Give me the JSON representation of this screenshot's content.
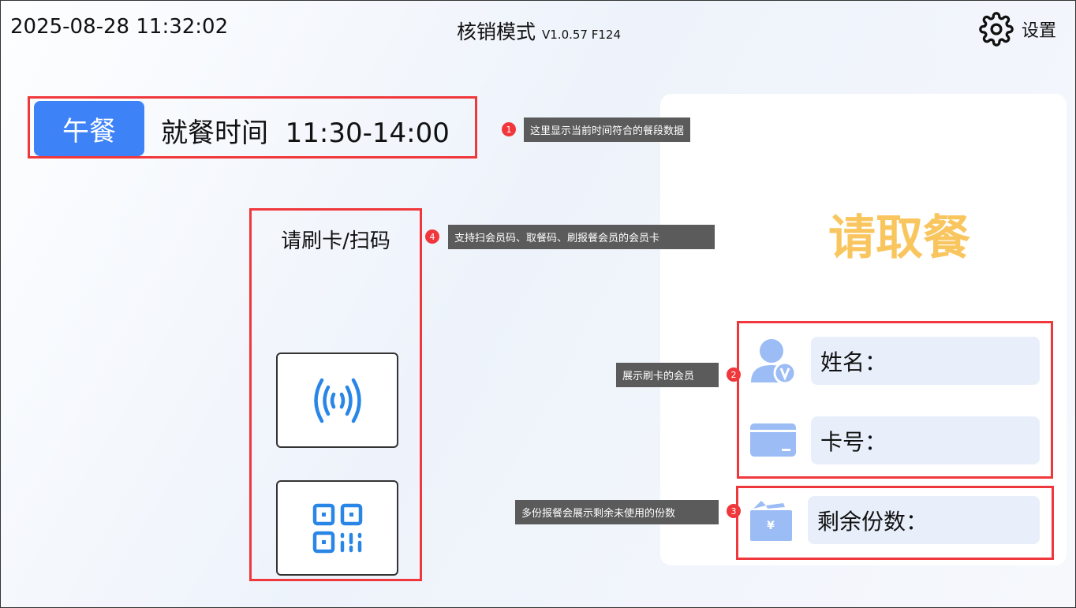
{
  "header": {
    "datetime": "2025-08-28 11:32:02",
    "title": "核销模式",
    "version": "V1.0.57  F124",
    "settings_label": "设置"
  },
  "meal": {
    "name": "午餐",
    "time_label": "就餐时间  11:30-14:00"
  },
  "scan": {
    "title": "请刷卡/扫码"
  },
  "right": {
    "prompt": "请取餐",
    "name_label": "姓名：",
    "card_label": "卡号：",
    "remaining_label": "剩余份数："
  },
  "annotations": [
    {
      "num": "1",
      "text": "这里显示当前时间符合的餐段数据"
    },
    {
      "num": "2",
      "text": "展示刷卡的会员"
    },
    {
      "num": "3",
      "text": "多份报餐会展示剩余未使用的份数"
    },
    {
      "num": "4",
      "text": "支持扫会员码、取餐码、刷报餐会员的会员卡"
    }
  ],
  "colors": {
    "accent": "#3d82f7",
    "annotation": "#f0383c",
    "prompt": "#f9c55e",
    "icon": "#9bbcf5"
  }
}
